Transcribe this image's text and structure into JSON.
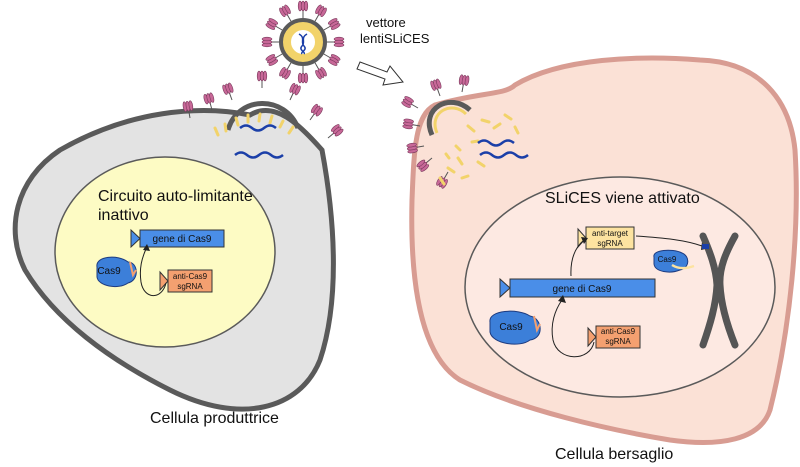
{
  "vector": {
    "line1": "vettore",
    "line2": "lentiSLiCES"
  },
  "producer": {
    "caption": "Cellula produttrice",
    "circuit_line1": "Circuito auto-limitante",
    "circuit_line2": "inattivo",
    "gene_label": "gene di Cas9",
    "cas9_label": "Cas9",
    "sgrna_line1": "anti-Cas9",
    "sgrna_line2": "sgRNA"
  },
  "target": {
    "caption": "Cellula bersaglio",
    "title": "SLiCES viene attivato",
    "gene_label": "gene di Cas9",
    "cas9_label": "Cas9",
    "cas9_small_label": "Cas9",
    "sgrna_line1": "anti-Cas9",
    "sgrna_line2": "sgRNA",
    "target_sgrna_line1": "anti-target",
    "target_sgrna_line2": "sgRNA"
  },
  "colors": {
    "producer_cell_fill": "#e3e3e3",
    "producer_cell_stroke": "#5a5a5a",
    "producer_nucleus_fill": "#fdfbc4",
    "target_cell_fill": "#fbe1d6",
    "target_cell_stroke": "#d89c92",
    "target_nucleus_fill": "#fde9e2",
    "gene_blue": "#4a8ee8",
    "sgrna_orange": "#f4a070",
    "sgrna_yellow": "#fde3a0",
    "cas9_blue": "#3c7fd9",
    "rna_blue": "#1b3fa8",
    "spike_pink": "#c86898",
    "capsid_yellow": "#f2d36a"
  }
}
